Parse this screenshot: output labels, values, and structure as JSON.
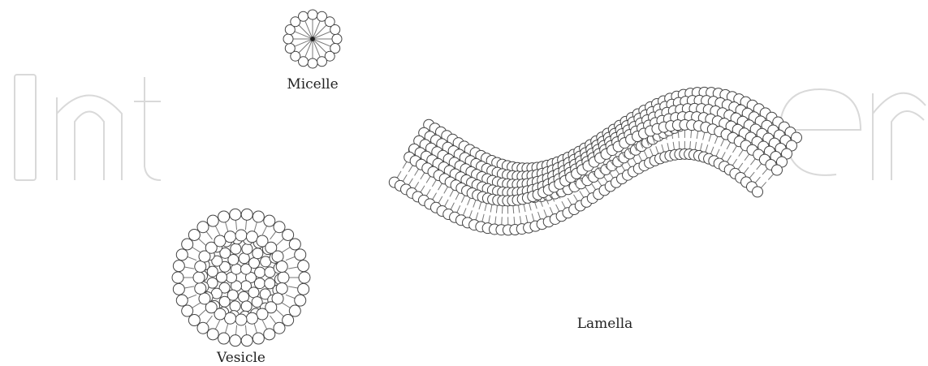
{
  "labels": {
    "micelle": "Micelle",
    "vesicle": "Vesicle",
    "lamella": "Lamella"
  },
  "watermark": {
    "text": "IntechOpen",
    "color": "#d9d9d9"
  },
  "colors": {
    "lipid_head_fill": "#ffffff",
    "lipid_stroke": "#444444",
    "tail_stroke": "#777777"
  }
}
